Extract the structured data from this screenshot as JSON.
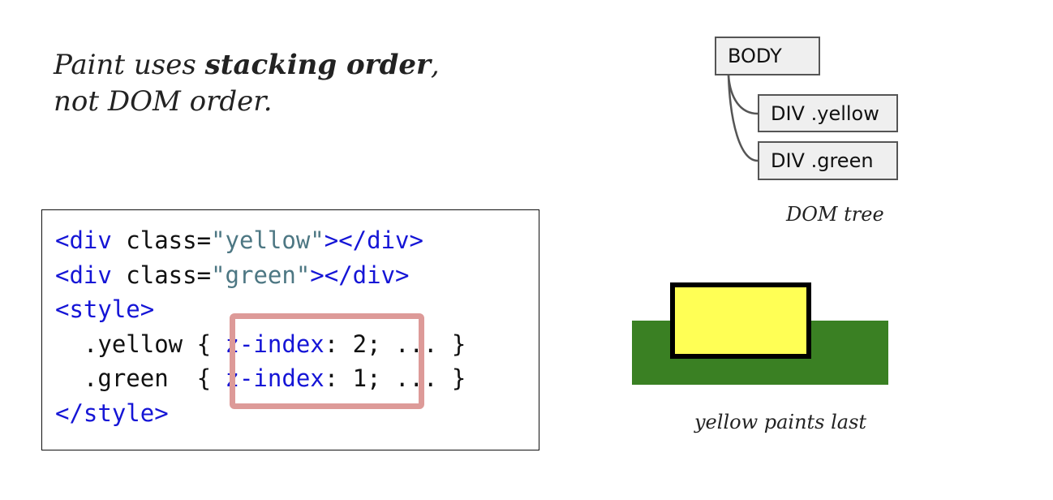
{
  "headline": {
    "line1_start": "Paint uses ",
    "line1_bold": "stacking order",
    "line1_end": ",",
    "line2": "not DOM order."
  },
  "dom_tree": {
    "root": "BODY",
    "children": [
      "DIV .yellow",
      "DIV .green"
    ],
    "caption": "DOM tree"
  },
  "code": {
    "line1": {
      "open": "<div",
      "attr": " class=",
      "value": "\"yellow\"",
      "close": "></div>"
    },
    "line2": {
      "open": "<div",
      "attr": " class=",
      "value": "\"green\"",
      "close": "></div>"
    },
    "line3": "<style>",
    "line4": {
      "selector": "  .yellow { ",
      "prop": "z-index",
      "value": ": 2;",
      "rest": " ... }"
    },
    "line5": {
      "selector": "  .green  { ",
      "prop": "z-index",
      "value": ": 1;",
      "rest": " ... }"
    },
    "line6": "</style>"
  },
  "paint": {
    "caption": "yellow paints last",
    "colors": {
      "yellow": "#ffff55",
      "green": "#3a8023",
      "highlight": "#dd9a98"
    }
  }
}
